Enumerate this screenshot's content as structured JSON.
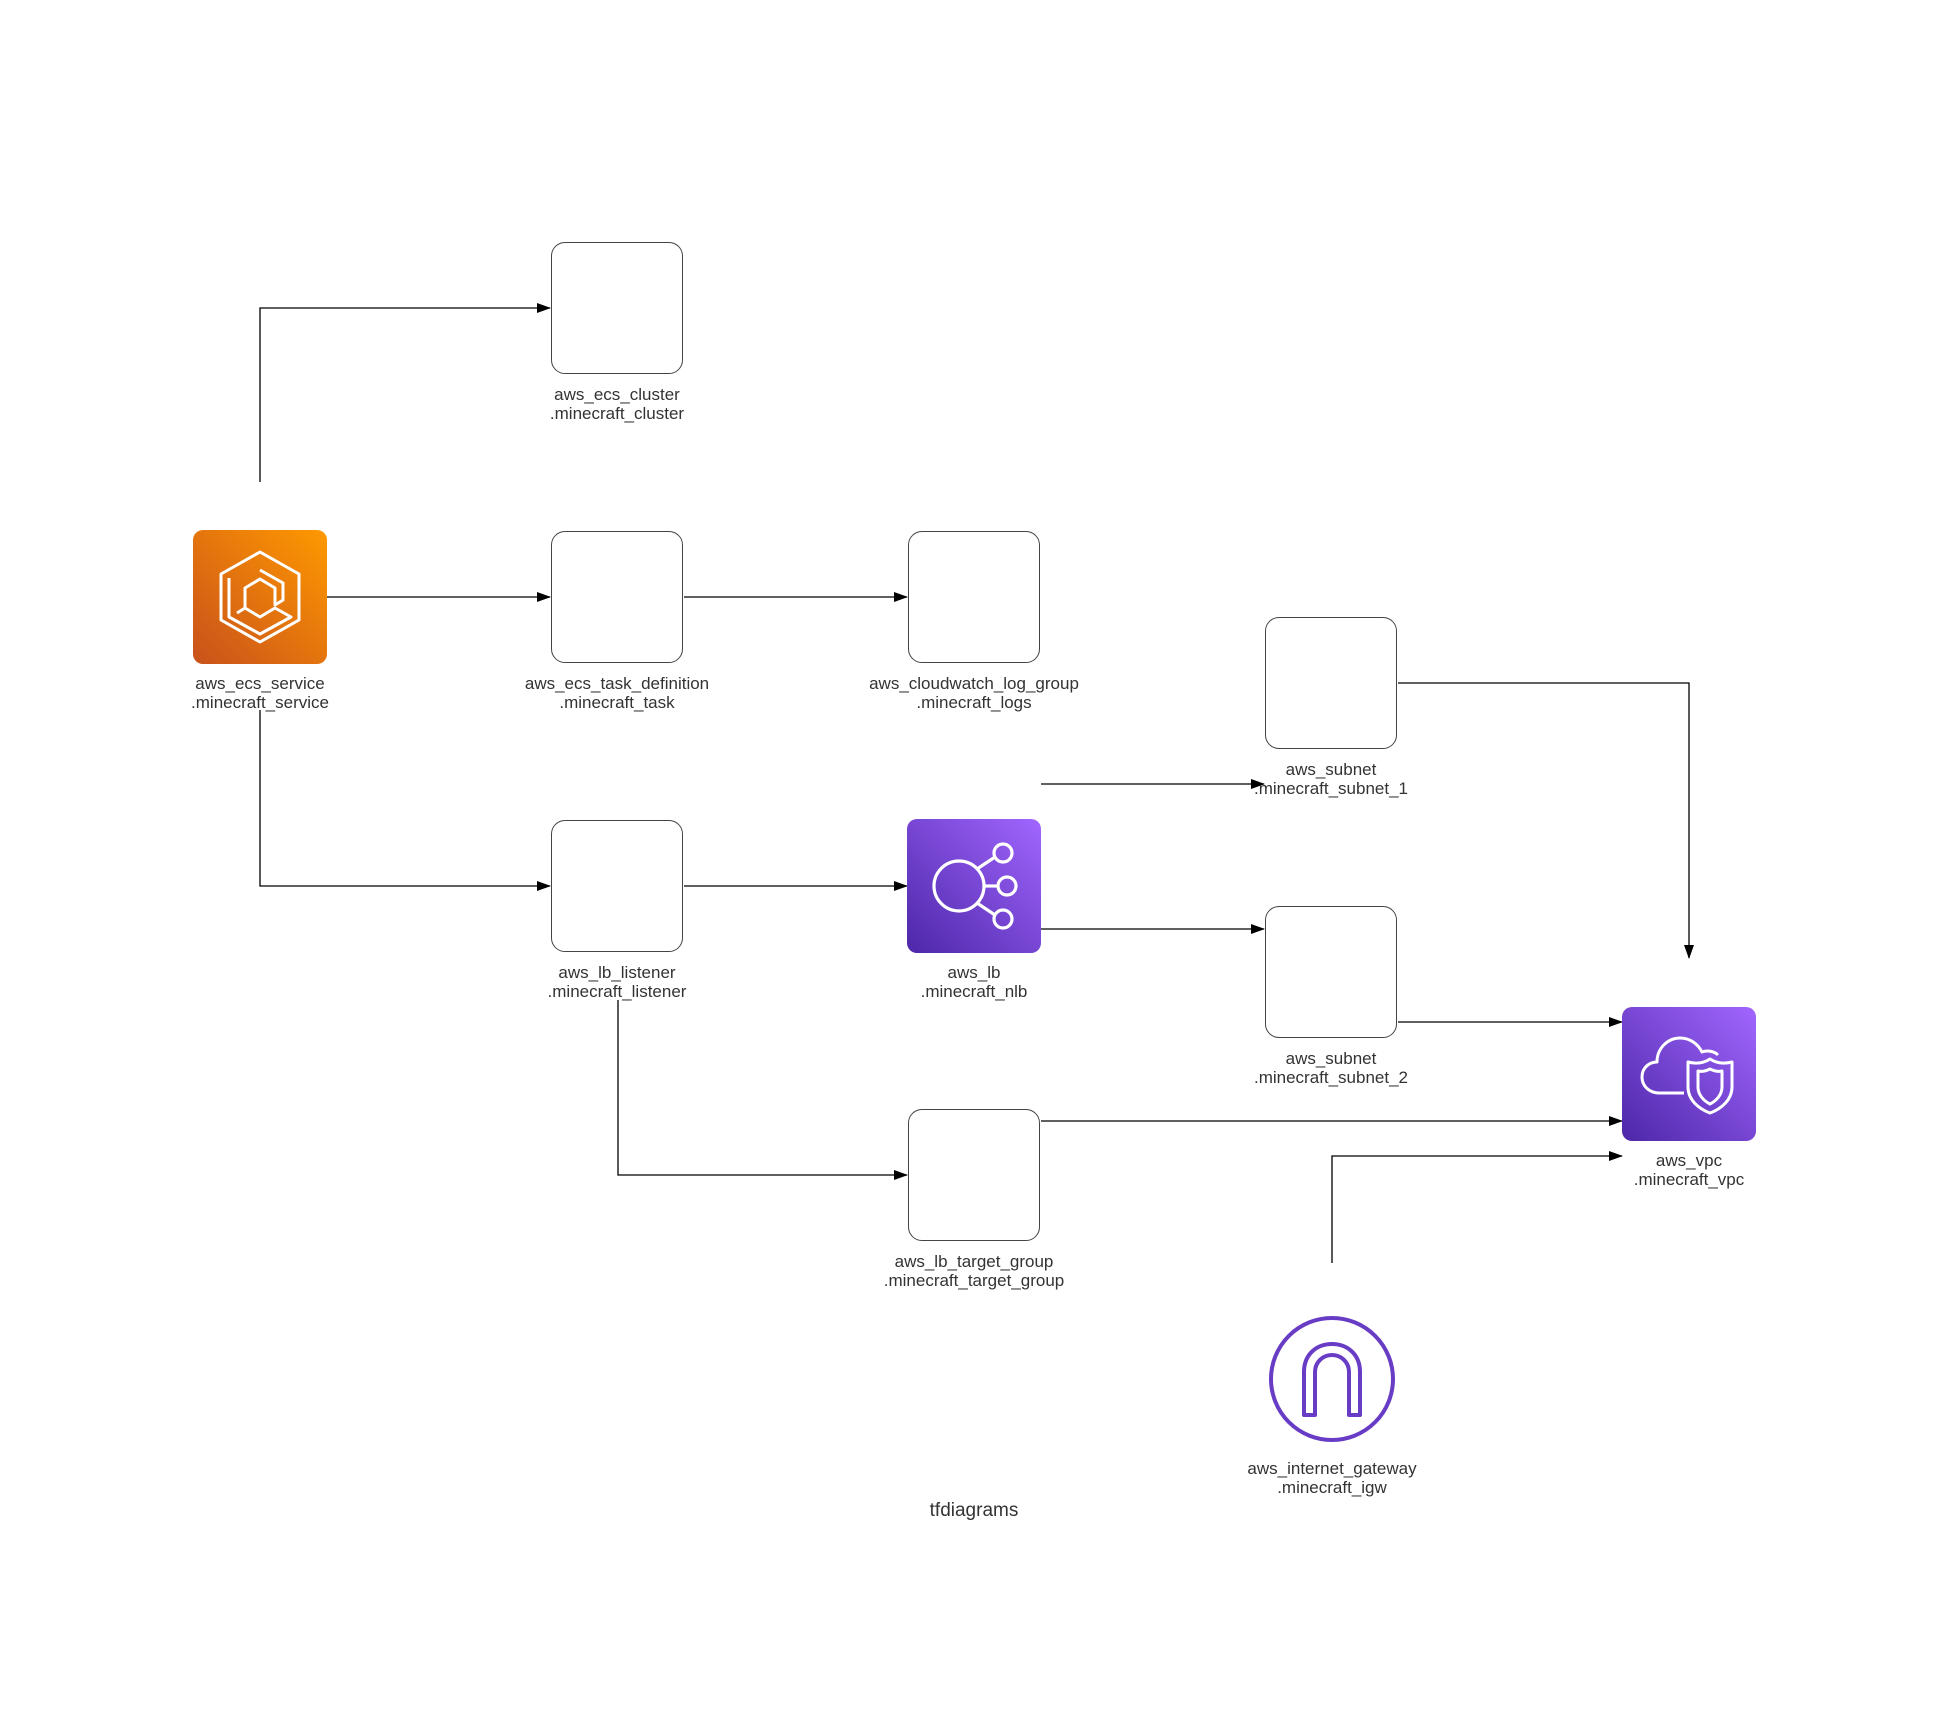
{
  "nodes": {
    "ecs_service": {
      "type": "aws_ecs_service",
      "name": ".minecraft_service"
    },
    "ecs_cluster": {
      "type": "aws_ecs_cluster",
      "name": ".minecraft_cluster"
    },
    "ecs_task_definition": {
      "type": "aws_ecs_task_definition",
      "name": ".minecraft_task"
    },
    "cloudwatch_log_group": {
      "type": "aws_cloudwatch_log_group",
      "name": ".minecraft_logs"
    },
    "subnet_1": {
      "type": "aws_subnet",
      "name": ".minecraft_subnet_1"
    },
    "lb_listener": {
      "type": "aws_lb_listener",
      "name": ".minecraft_listener"
    },
    "lb": {
      "type": "aws_lb",
      "name": ".minecraft_nlb"
    },
    "subnet_2": {
      "type": "aws_subnet",
      "name": ".minecraft_subnet_2"
    },
    "vpc": {
      "type": "aws_vpc",
      "name": ".minecraft_vpc"
    },
    "lb_target_group": {
      "type": "aws_lb_target_group",
      "name": ".minecraft_target_group"
    },
    "internet_gateway": {
      "type": "aws_internet_gateway",
      "name": ".minecraft_igw"
    }
  },
  "icons": {
    "ecs_service": "ecs-service-icon",
    "lb": "elastic-load-balancing-icon",
    "vpc": "vpc-icon",
    "internet_gateway": "internet-gateway-icon"
  },
  "colors": {
    "ecs_orange_start": "#c8511b",
    "ecs_orange_end": "#ff9900",
    "network_purple_start": "#4d27a8",
    "network_purple_end": "#a166ff",
    "igw_purple": "#693cc5"
  },
  "edges": [
    {
      "from": "ecs_service",
      "to": "ecs_cluster"
    },
    {
      "from": "ecs_service",
      "to": "ecs_task_definition"
    },
    {
      "from": "ecs_service",
      "to": "lb_listener"
    },
    {
      "from": "ecs_task_definition",
      "to": "cloudwatch_log_group"
    },
    {
      "from": "lb_listener",
      "to": "lb"
    },
    {
      "from": "lb_listener",
      "to": "lb_target_group"
    },
    {
      "from": "lb",
      "to": "subnet_1"
    },
    {
      "from": "lb",
      "to": "subnet_2"
    },
    {
      "from": "subnet_1",
      "to": "vpc"
    },
    {
      "from": "subnet_2",
      "to": "vpc"
    },
    {
      "from": "lb_target_group",
      "to": "vpc"
    },
    {
      "from": "internet_gateway",
      "to": "vpc"
    }
  ],
  "footer": "tfdiagrams"
}
